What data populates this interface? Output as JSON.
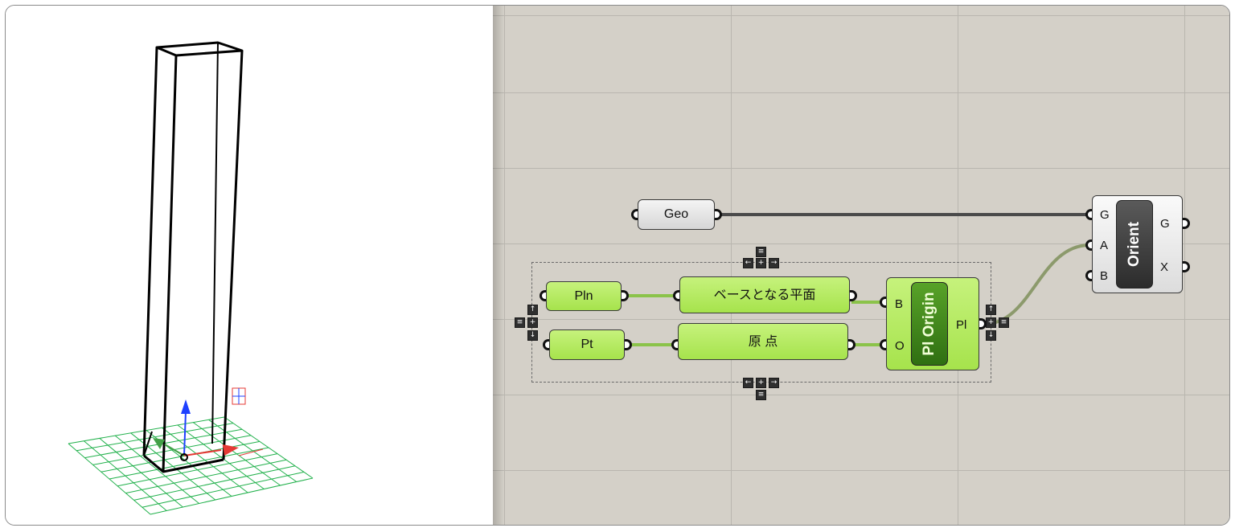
{
  "nodes": {
    "geo": "Geo",
    "pln": "Pln",
    "pt": "Pt",
    "base_plane": "ベースとなる平面",
    "origin_point": "原 点",
    "pl_origin": {
      "title": "Pl Origin",
      "input_b": "B",
      "input_o": "O",
      "output_pl": "Pl"
    },
    "orient": {
      "title": "Orient",
      "input_g": "G",
      "input_a": "A",
      "input_b": "B",
      "output_g": "G",
      "output_x": "X"
    }
  },
  "colors": {
    "canvas": "#d4d0c8",
    "green_param": "#b2e85e",
    "wire_green": "#8bc34a",
    "wire_dark": "#4a4a4a",
    "axis_x": "#e53935",
    "axis_y": "#43a047",
    "axis_z": "#1e40ff",
    "cplane_grid": "#22b14c"
  },
  "icons": [
    "gumball-z-arrow",
    "gumball-x-arrow",
    "gumball-y-arrow",
    "scale-handle-icon",
    "group-pan-controls"
  ]
}
